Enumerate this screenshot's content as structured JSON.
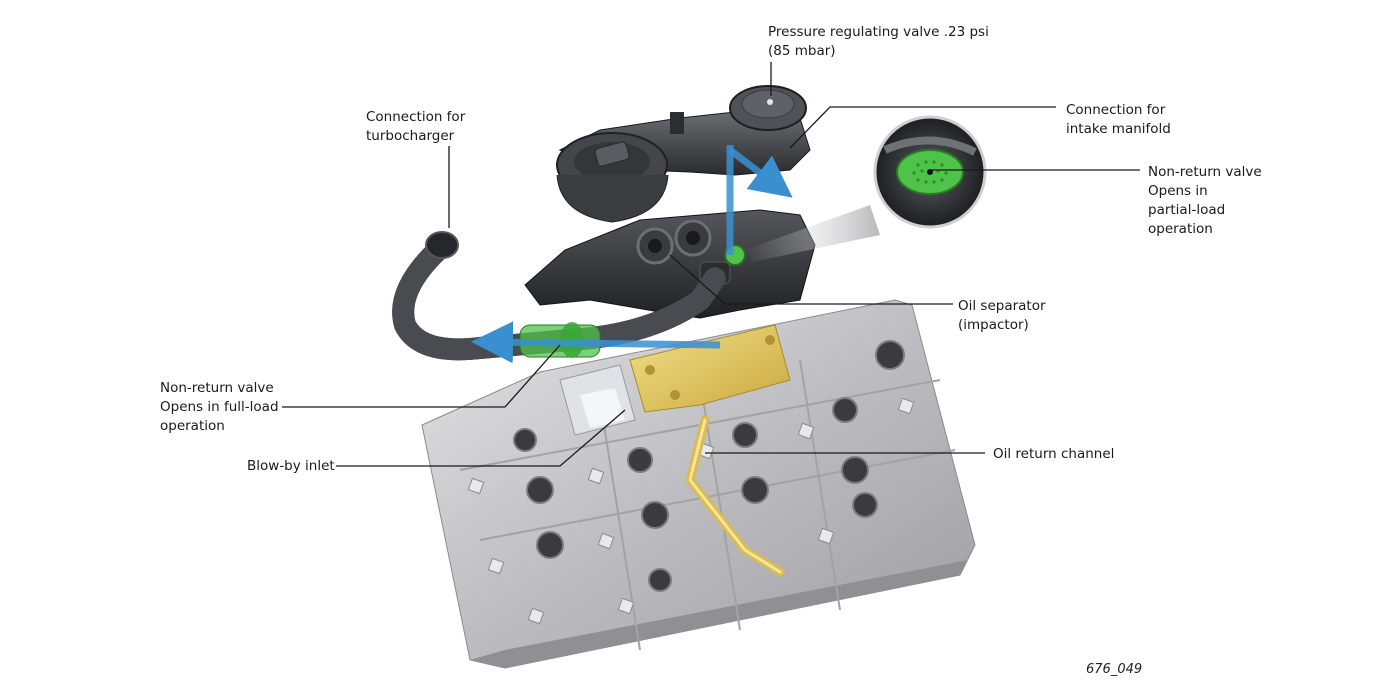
{
  "labels": {
    "pressure_valve": [
      "Pressure regulating valve .23 psi",
      "(85 mbar)"
    ],
    "turbo_connection": [
      "Connection for",
      "turbocharger"
    ],
    "intake_connection": [
      "Connection for",
      "intake manifold"
    ],
    "nonreturn_partial": [
      "Non-return valve",
      "Opens in",
      "partial-load",
      "operation"
    ],
    "oil_separator": [
      "Oil separator",
      "(impactor)"
    ],
    "nonreturn_full": [
      "Non-return valve",
      "Opens in full-load",
      "operation"
    ],
    "blowby_inlet": [
      "Blow-by inlet"
    ],
    "oil_return": [
      "Oil return channel"
    ]
  },
  "figure_id": "676_049",
  "colors": {
    "flow_arrow": "#3a8fd0",
    "valve_green": "#4fc24a",
    "oil_channel": "#e0c460",
    "block_metal": "#c9c9cc",
    "housing_dark": "#2e2f33"
  }
}
